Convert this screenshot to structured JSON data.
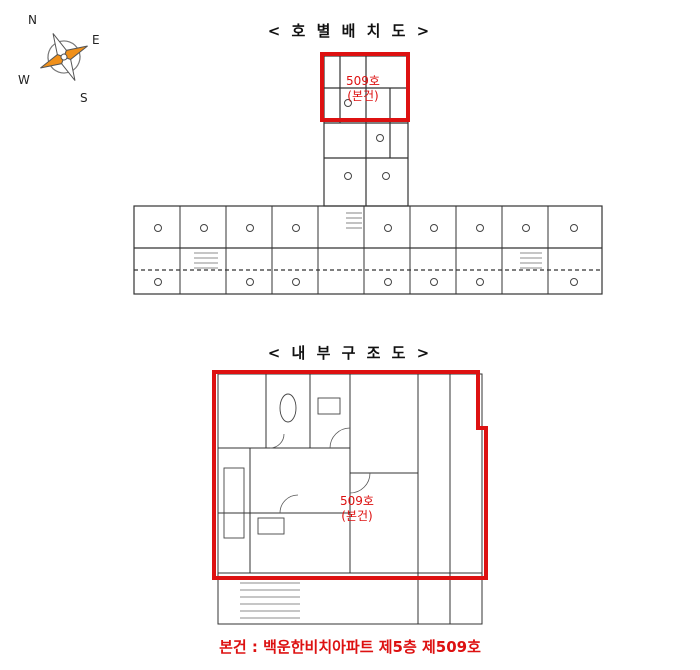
{
  "compass": {
    "north": "N",
    "east": "E",
    "south": "S",
    "west": "W"
  },
  "titles": {
    "unit_layout": "< 호 별 배 치 도 >",
    "interior": "< 내 부 구 조 도 >"
  },
  "labels": {
    "unit": "509호",
    "subject": "(본건)"
  },
  "caption": "본건 : 백운한비치아파트 제5층 제509호",
  "colors": {
    "highlight": "#dd1111",
    "compass_accent": "#f0901a"
  }
}
